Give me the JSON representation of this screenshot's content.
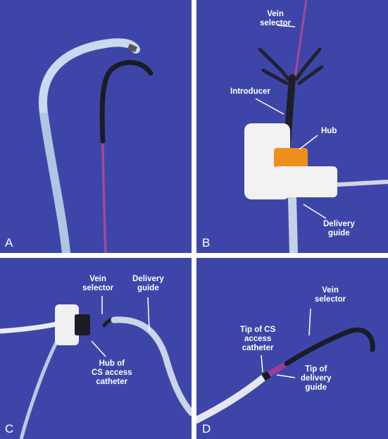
{
  "figure": {
    "background_color": "#3d46a8",
    "panels": [
      {
        "id": "A",
        "letter": "A",
        "labels": []
      },
      {
        "id": "B",
        "letter": "B",
        "labels": [
          {
            "key": "vein-selector",
            "lines": [
              "Vein",
              "selector"
            ]
          },
          {
            "key": "introducer",
            "lines": [
              "Introducer"
            ]
          },
          {
            "key": "hub",
            "lines": [
              "Hub"
            ]
          },
          {
            "key": "delivery-guide",
            "lines": [
              "Delivery",
              "guide"
            ]
          }
        ]
      },
      {
        "id": "C",
        "letter": "C",
        "labels": [
          {
            "key": "vein-selector",
            "lines": [
              "Vein",
              "selector"
            ]
          },
          {
            "key": "delivery-guide",
            "lines": [
              "Delivery",
              "guide"
            ]
          },
          {
            "key": "hub-of-cs-access-catheter",
            "lines": [
              "Hub of",
              "CS access",
              "catheter"
            ]
          }
        ]
      },
      {
        "id": "D",
        "letter": "D",
        "labels": [
          {
            "key": "vein-selector",
            "lines": [
              "Vein",
              "selector"
            ]
          },
          {
            "key": "tip-of-cs-access-catheter",
            "lines": [
              "Tip of CS",
              "access",
              "catheter"
            ]
          },
          {
            "key": "tip-of-delivery-guide",
            "lines": [
              "Tip of",
              "delivery",
              "guide"
            ]
          }
        ]
      }
    ]
  }
}
